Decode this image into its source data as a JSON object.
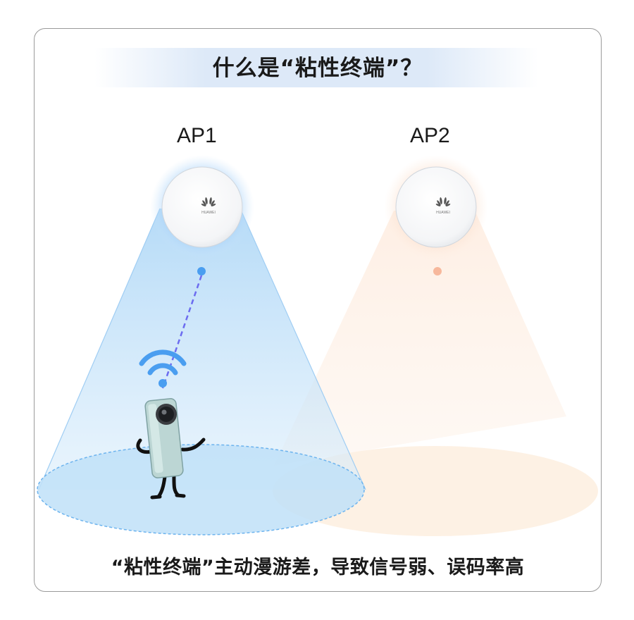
{
  "title": "什么是“粘性终端”？",
  "ap1": {
    "label": "AP1",
    "brand": "HUAWEI"
  },
  "ap2": {
    "label": "AP2",
    "brand": "HUAWEI"
  },
  "caption": "“粘性终端”主动漫游差，导致信号弱、误码率高",
  "colors": {
    "ap1_accent": "#5aaaf0",
    "ap2_accent": "#f8c8a8",
    "link_dash": "#6c6cf0",
    "wifi": "#4a9ef0"
  },
  "icons": [
    "wifi-icon",
    "huawei-logo-icon",
    "phone-character-icon"
  ]
}
